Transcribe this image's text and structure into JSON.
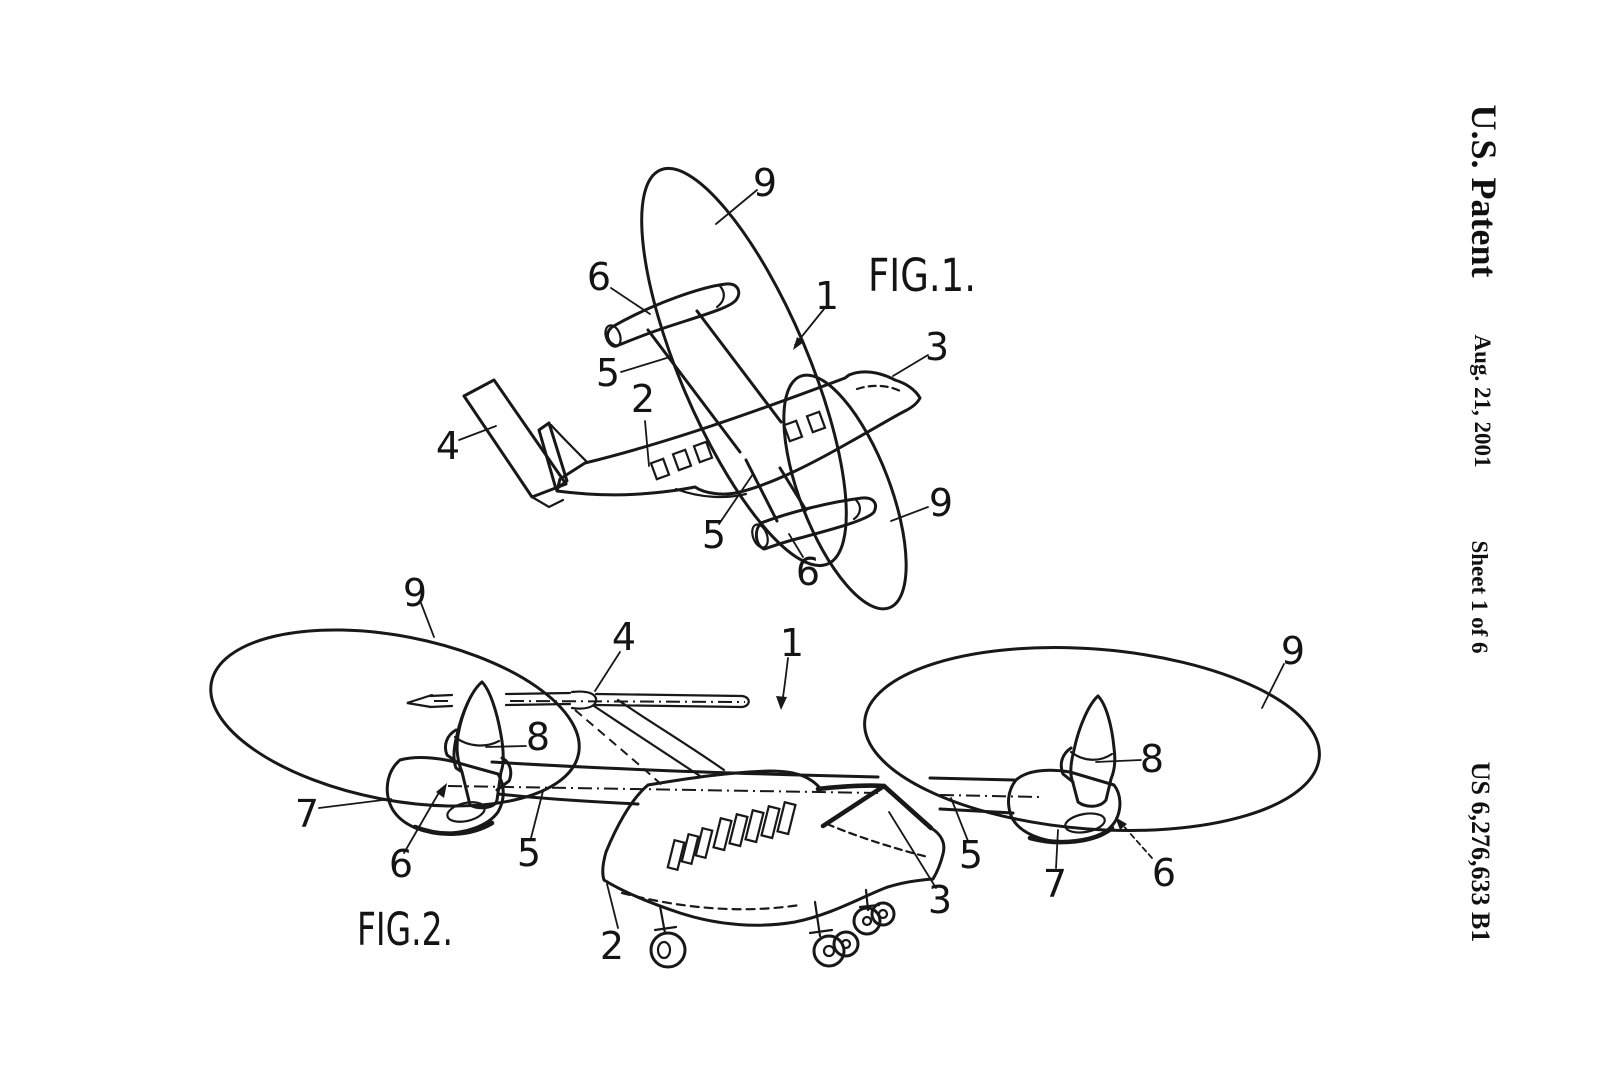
{
  "header": {
    "title": "U.S. Patent",
    "date": "Aug. 21, 2001",
    "sheet": "Sheet 1 of 6",
    "patent_number": "US 6,276,633 B1"
  },
  "fig1": {
    "caption": "FIG.1.",
    "refs": {
      "r9_top": "9",
      "r6_top": "6",
      "r1": "1",
      "r3": "3",
      "r5_up": "5",
      "r2": "2",
      "r4": "4",
      "r9_right": "9",
      "r5_low": "5",
      "r6_low": "6"
    }
  },
  "fig2": {
    "caption": "FIG.2.",
    "refs": {
      "r9_left": "9",
      "r4": "4",
      "r1": "1",
      "r9_right": "9",
      "r8_left": "8",
      "r8_right": "8",
      "r7_left": "7",
      "r5_left": "5",
      "r6_left": "6",
      "r5_right": "5",
      "r7_right": "7",
      "r6_right": "6",
      "r3": "3",
      "r2": "2"
    }
  },
  "colors": {
    "ink": "#181818",
    "paper": "#ffffff"
  }
}
